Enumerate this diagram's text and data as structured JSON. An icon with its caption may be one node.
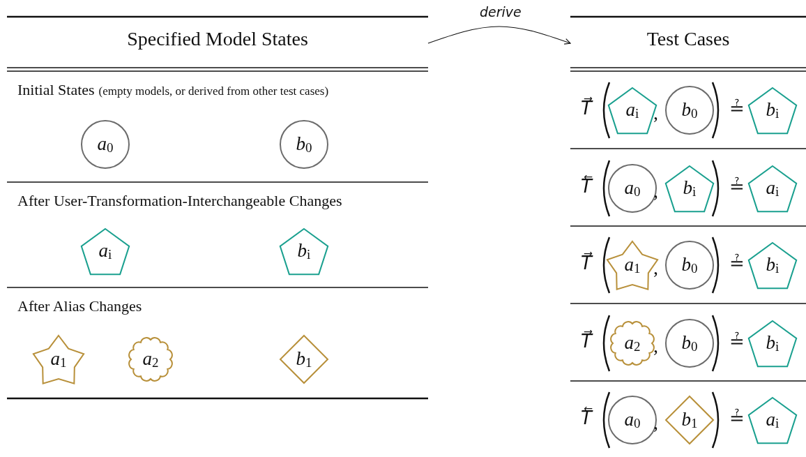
{
  "diagram": {
    "nodes": [
      {
        "text": [
          "Specified Model States"
        ]
      },
      {
        "text": [
          "Initial States",
          "(empty models, or derived from other test cases)"
        ],
        "in": 0
      },
      {
        "text": [
          "*a*$_{0}$"
        ],
        "in": 1
      },
      {
        "text": [
          "*b*$_{0}$"
        ],
        "in": 1
      },
      {
        "text": [
          "After User-Transformation-Interchangeable Changes"
        ],
        "in": 0
      },
      {
        "text": [
          "*a*$_{i}$"
        ],
        "in": 4
      },
      {
        "text": [
          "*b*$_{i}$"
        ],
        "in": 4
      },
      {
        "text": [
          "After Alias Changes"
        ],
        "in": 0
      },
      {
        "text": [
          "*a*$_{1}$"
        ],
        "in": 7
      },
      {
        "text": [
          "*a*$_{2}$"
        ],
        "in": 7
      },
      {
        "text": [
          "*b*$_{1}$"
        ],
        "in": 7
      },
      {
        "text": [
          "Test Cases"
        ]
      },
      {
        "text": [
          "*a*$_{i}$"
        ],
        "in": 11
      },
      {
        "text": [
          "*b*$_{0}$"
        ],
        "in": 11
      },
      {
        "text": [
          "*b*$_{i}$"
        ],
        "in": 11
      },
      {
        "text": [
          "*a*$_{0}$"
        ],
        "in": 11
      },
      {
        "text": [
          "*b*$_{i}$"
        ],
        "in": 11
      },
      {
        "text": [
          "*a*$_{i}$"
        ],
        "in": 11
      },
      {
        "text": [
          "*a*$_{1}$"
        ],
        "in": 11
      },
      {
        "text": [
          "*b*$_{0}$"
        ],
        "in": 11
      },
      {
        "text": [
          "*b*$_{i}$"
        ],
        "in": 11
      },
      {
        "text": [
          "*a*$_{2}$"
        ],
        "in": 11
      },
      {
        "text": [
          "*b*$_{0}$"
        ],
        "in": 11
      },
      {
        "text": [
          "*b*$_{i}$"
        ],
        "in": 11
      },
      {
        "text": [
          "*a*$_{0}$"
        ],
        "in": 11
      },
      {
        "text": [
          "*b*$_{1}$"
        ],
        "in": 11
      },
      {
        "text": [
          "*a*$_{i}$"
        ],
        "in": 11
      }
    ],
    "edges": [
      {
        "from": 0,
        "to": 11,
        "arrow": "to",
        "label": "derive"
      }
    ],
    "labels": [
      "T⃗",
      ",",
      "≟",
      "T⃖",
      ",",
      "≟",
      "T⃗",
      ",",
      "≟",
      "T⃗",
      ",",
      "≟",
      "T⃖",
      ",",
      "≟"
    ]
  }
}
